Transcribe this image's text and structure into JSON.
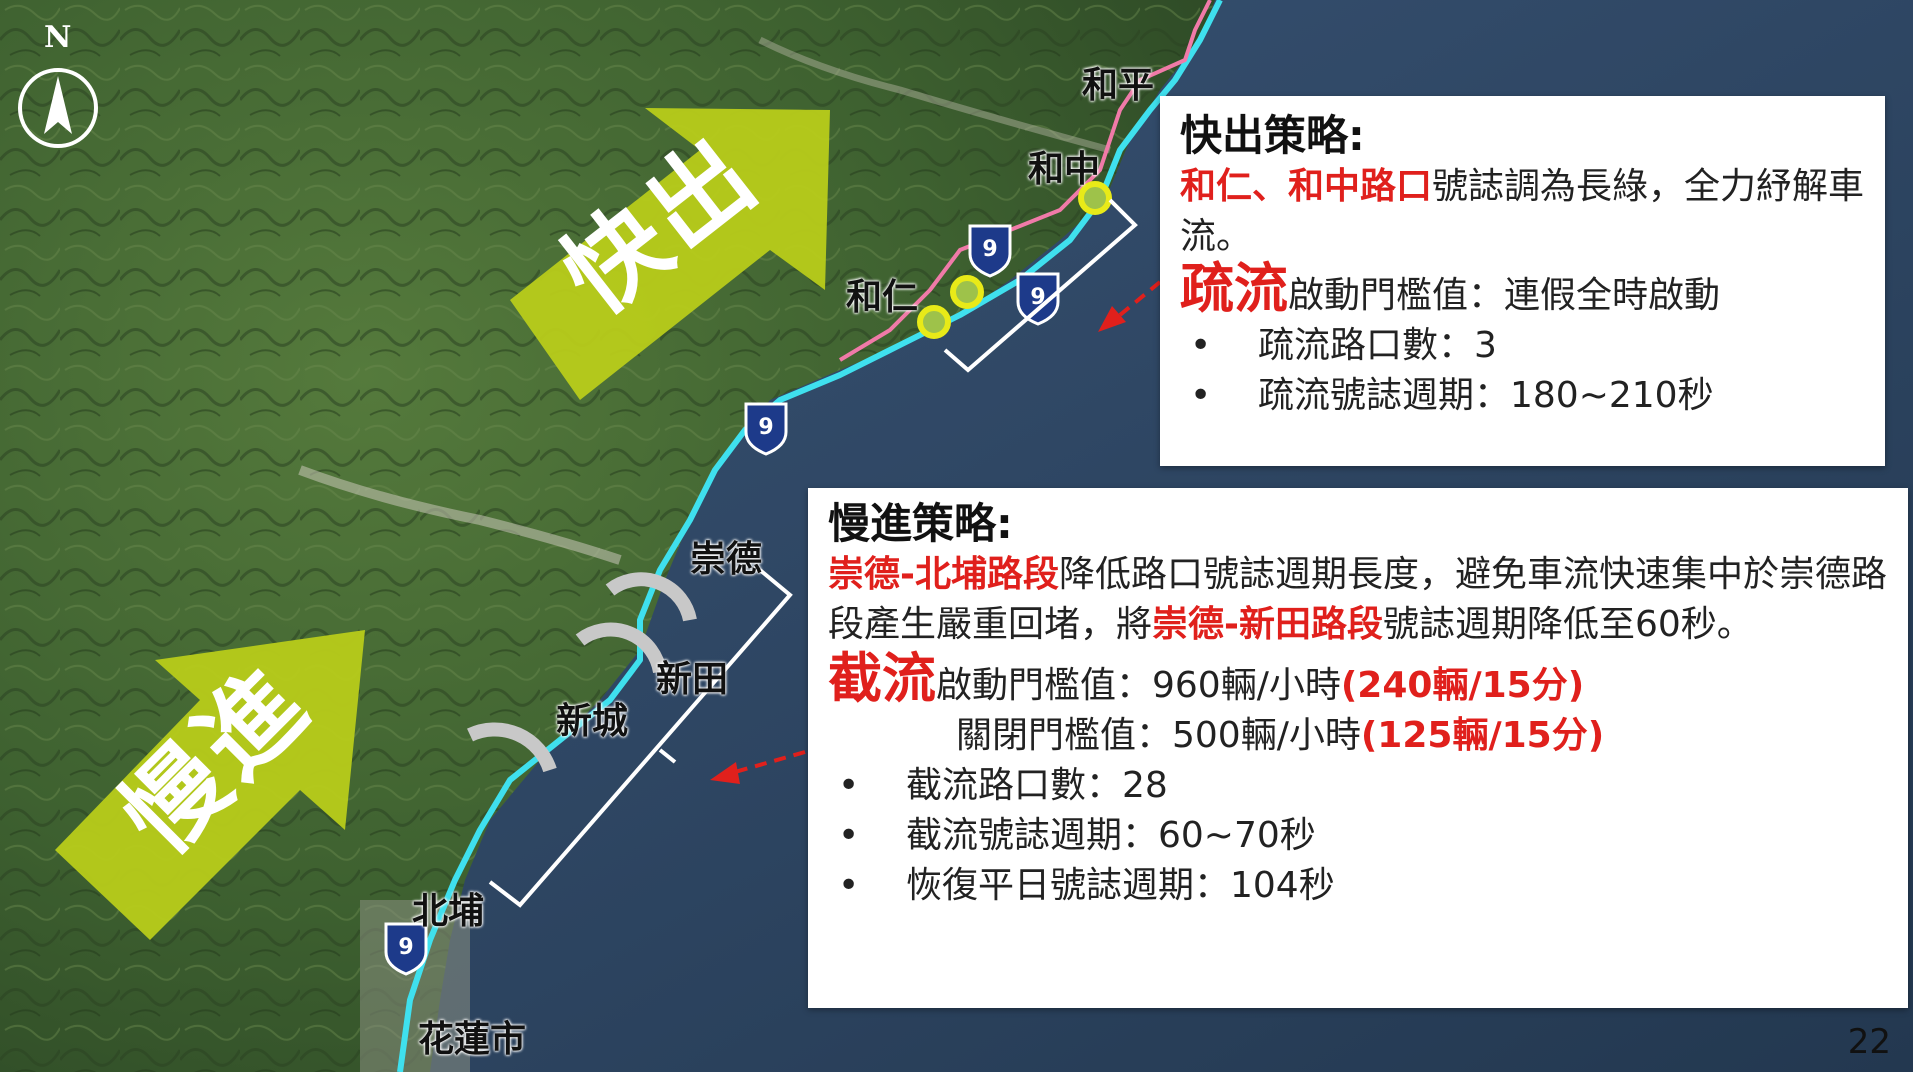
{
  "compass": {
    "label": "N"
  },
  "places": {
    "heping": "和平",
    "hezhong": "和中",
    "heren": "和仁",
    "chongde": "崇德",
    "xintian": "新田",
    "xincheng": "新城",
    "beipu": "北埔",
    "hualien": "花蓮市"
  },
  "highway": {
    "number": "9"
  },
  "arrows": {
    "fast_out_text": "快出",
    "slow_in_text": "慢進",
    "color": "#b8cc1a"
  },
  "fast_panel": {
    "title": "快出策略:",
    "line1_red": "和仁、和中路口",
    "line1_rest": "號誌調為長綠，全力紓解車流。",
    "big_label": "疏流",
    "threshold": "啟動門檻值：連假全時啟動",
    "bullets": [
      "疏流路口數：3",
      "疏流號誌週期：180~210秒"
    ]
  },
  "slow_panel": {
    "title": "慢進策略:",
    "para_red1": "崇德-北埔路段",
    "para_mid": "降低路口號誌週期長度，避免車流快速集中於崇德路段產生嚴重回堵，將",
    "para_red2": "崇德-新田路段",
    "para_end": "號誌週期降低至60秒。",
    "big_label": "截流",
    "start_threshold": "啟動門檻值：960輛/小時",
    "start_threshold_red": "(240輛/15分)",
    "close_threshold": "關閉門檻值：500輛/小時",
    "close_threshold_red": "(125輛/15分)",
    "bullets": [
      "截流路口數：28",
      "截流號誌週期：60~70秒",
      "恢復平日號誌週期：104秒"
    ]
  },
  "page_number": "22",
  "colors": {
    "road": "#3fe0ee",
    "alt_road": "#f07aa8",
    "signal": "#e8ea18",
    "red_accent": "#e0201c"
  }
}
